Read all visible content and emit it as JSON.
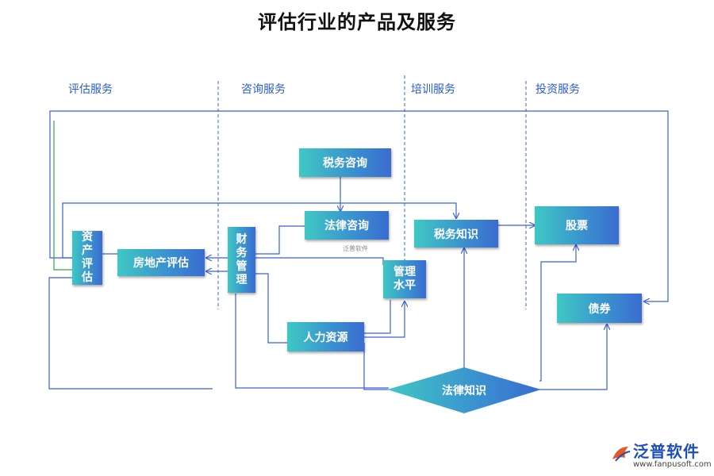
{
  "title": "评估行业的产品及服务",
  "columns": [
    "评估服务",
    "咨询服务",
    "培训服务",
    "投资服务"
  ],
  "nodes": {
    "asset_eval": [
      "资",
      "产",
      "评",
      "估"
    ],
    "real_estate_eval": "房地产评估",
    "finance_mgmt": [
      "财",
      "务",
      "管",
      "理"
    ],
    "tax_consult": "税务咨询",
    "law_consult": "法律咨询",
    "mgmt_level": [
      "管理",
      "水平"
    ],
    "hr": "人力资源",
    "tax_knowledge": "税务知识",
    "law_knowledge": "法律知识",
    "stocks": "股票",
    "bonds": "债券"
  },
  "watermark": "泛普软件",
  "logo": {
    "name": "泛普软件",
    "url": "www.fanpusoft.com"
  },
  "colors": {
    "box_start": "#3fc8c4",
    "box_end": "#3a6cd0",
    "line": "#3a62d6",
    "label": "#2a5bd7"
  }
}
